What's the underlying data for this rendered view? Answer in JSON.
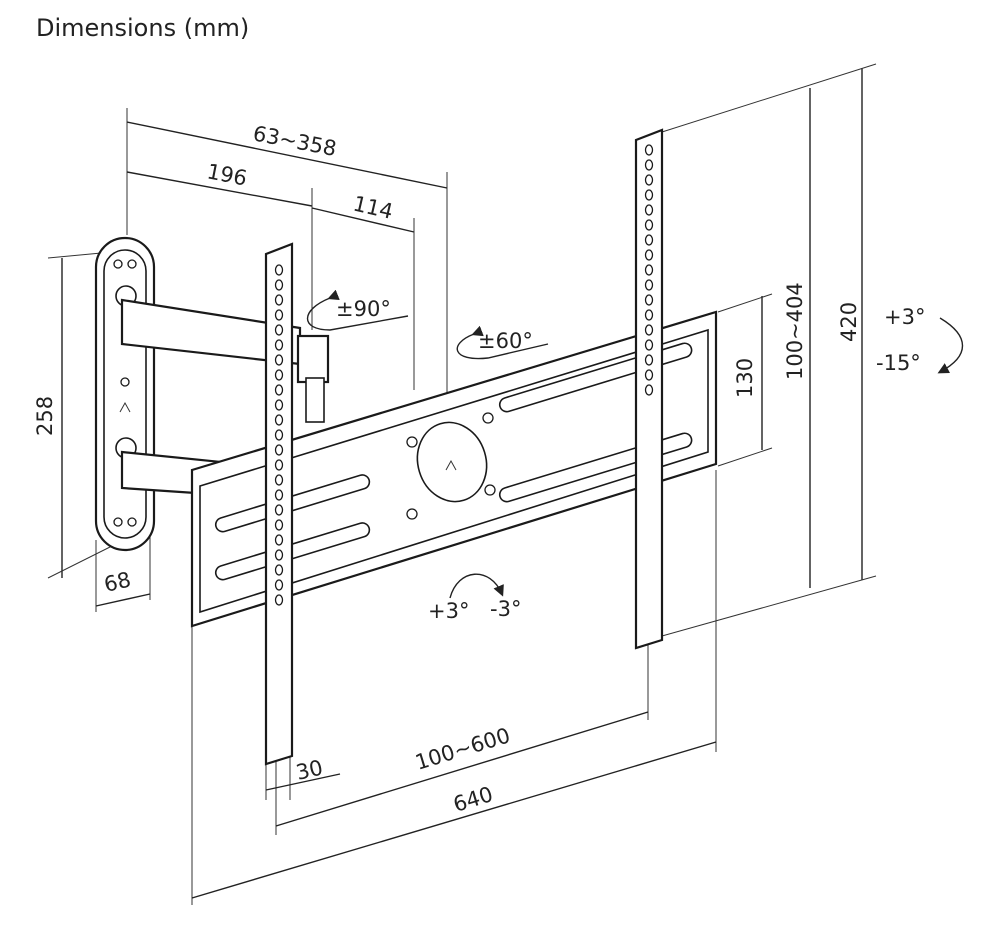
{
  "title": "Dimensions (mm)",
  "dimensions": {
    "arm_extension": "63~358",
    "arm_offset": "196",
    "arm_segment": "114",
    "wall_plate_height": "258",
    "wall_plate_width": "68",
    "bracket_inner": "130",
    "vesa_vertical": "100~404",
    "rail_height": "420",
    "rail_depth": "30",
    "vesa_horizontal": "100~600",
    "plate_width": "640"
  },
  "rotations": {
    "swivel_arm": "±90°",
    "swivel_plate": "±60°",
    "tilt_up": "+3°",
    "tilt_down": "-15°",
    "level_plus": "+3°",
    "level_minus": "-3°"
  },
  "icons": {
    "arrow": "curved-arrow-icon",
    "logo": "chevron-up-icon"
  },
  "colors": {
    "line": "#1a1a1a",
    "background": "#ffffff"
  }
}
